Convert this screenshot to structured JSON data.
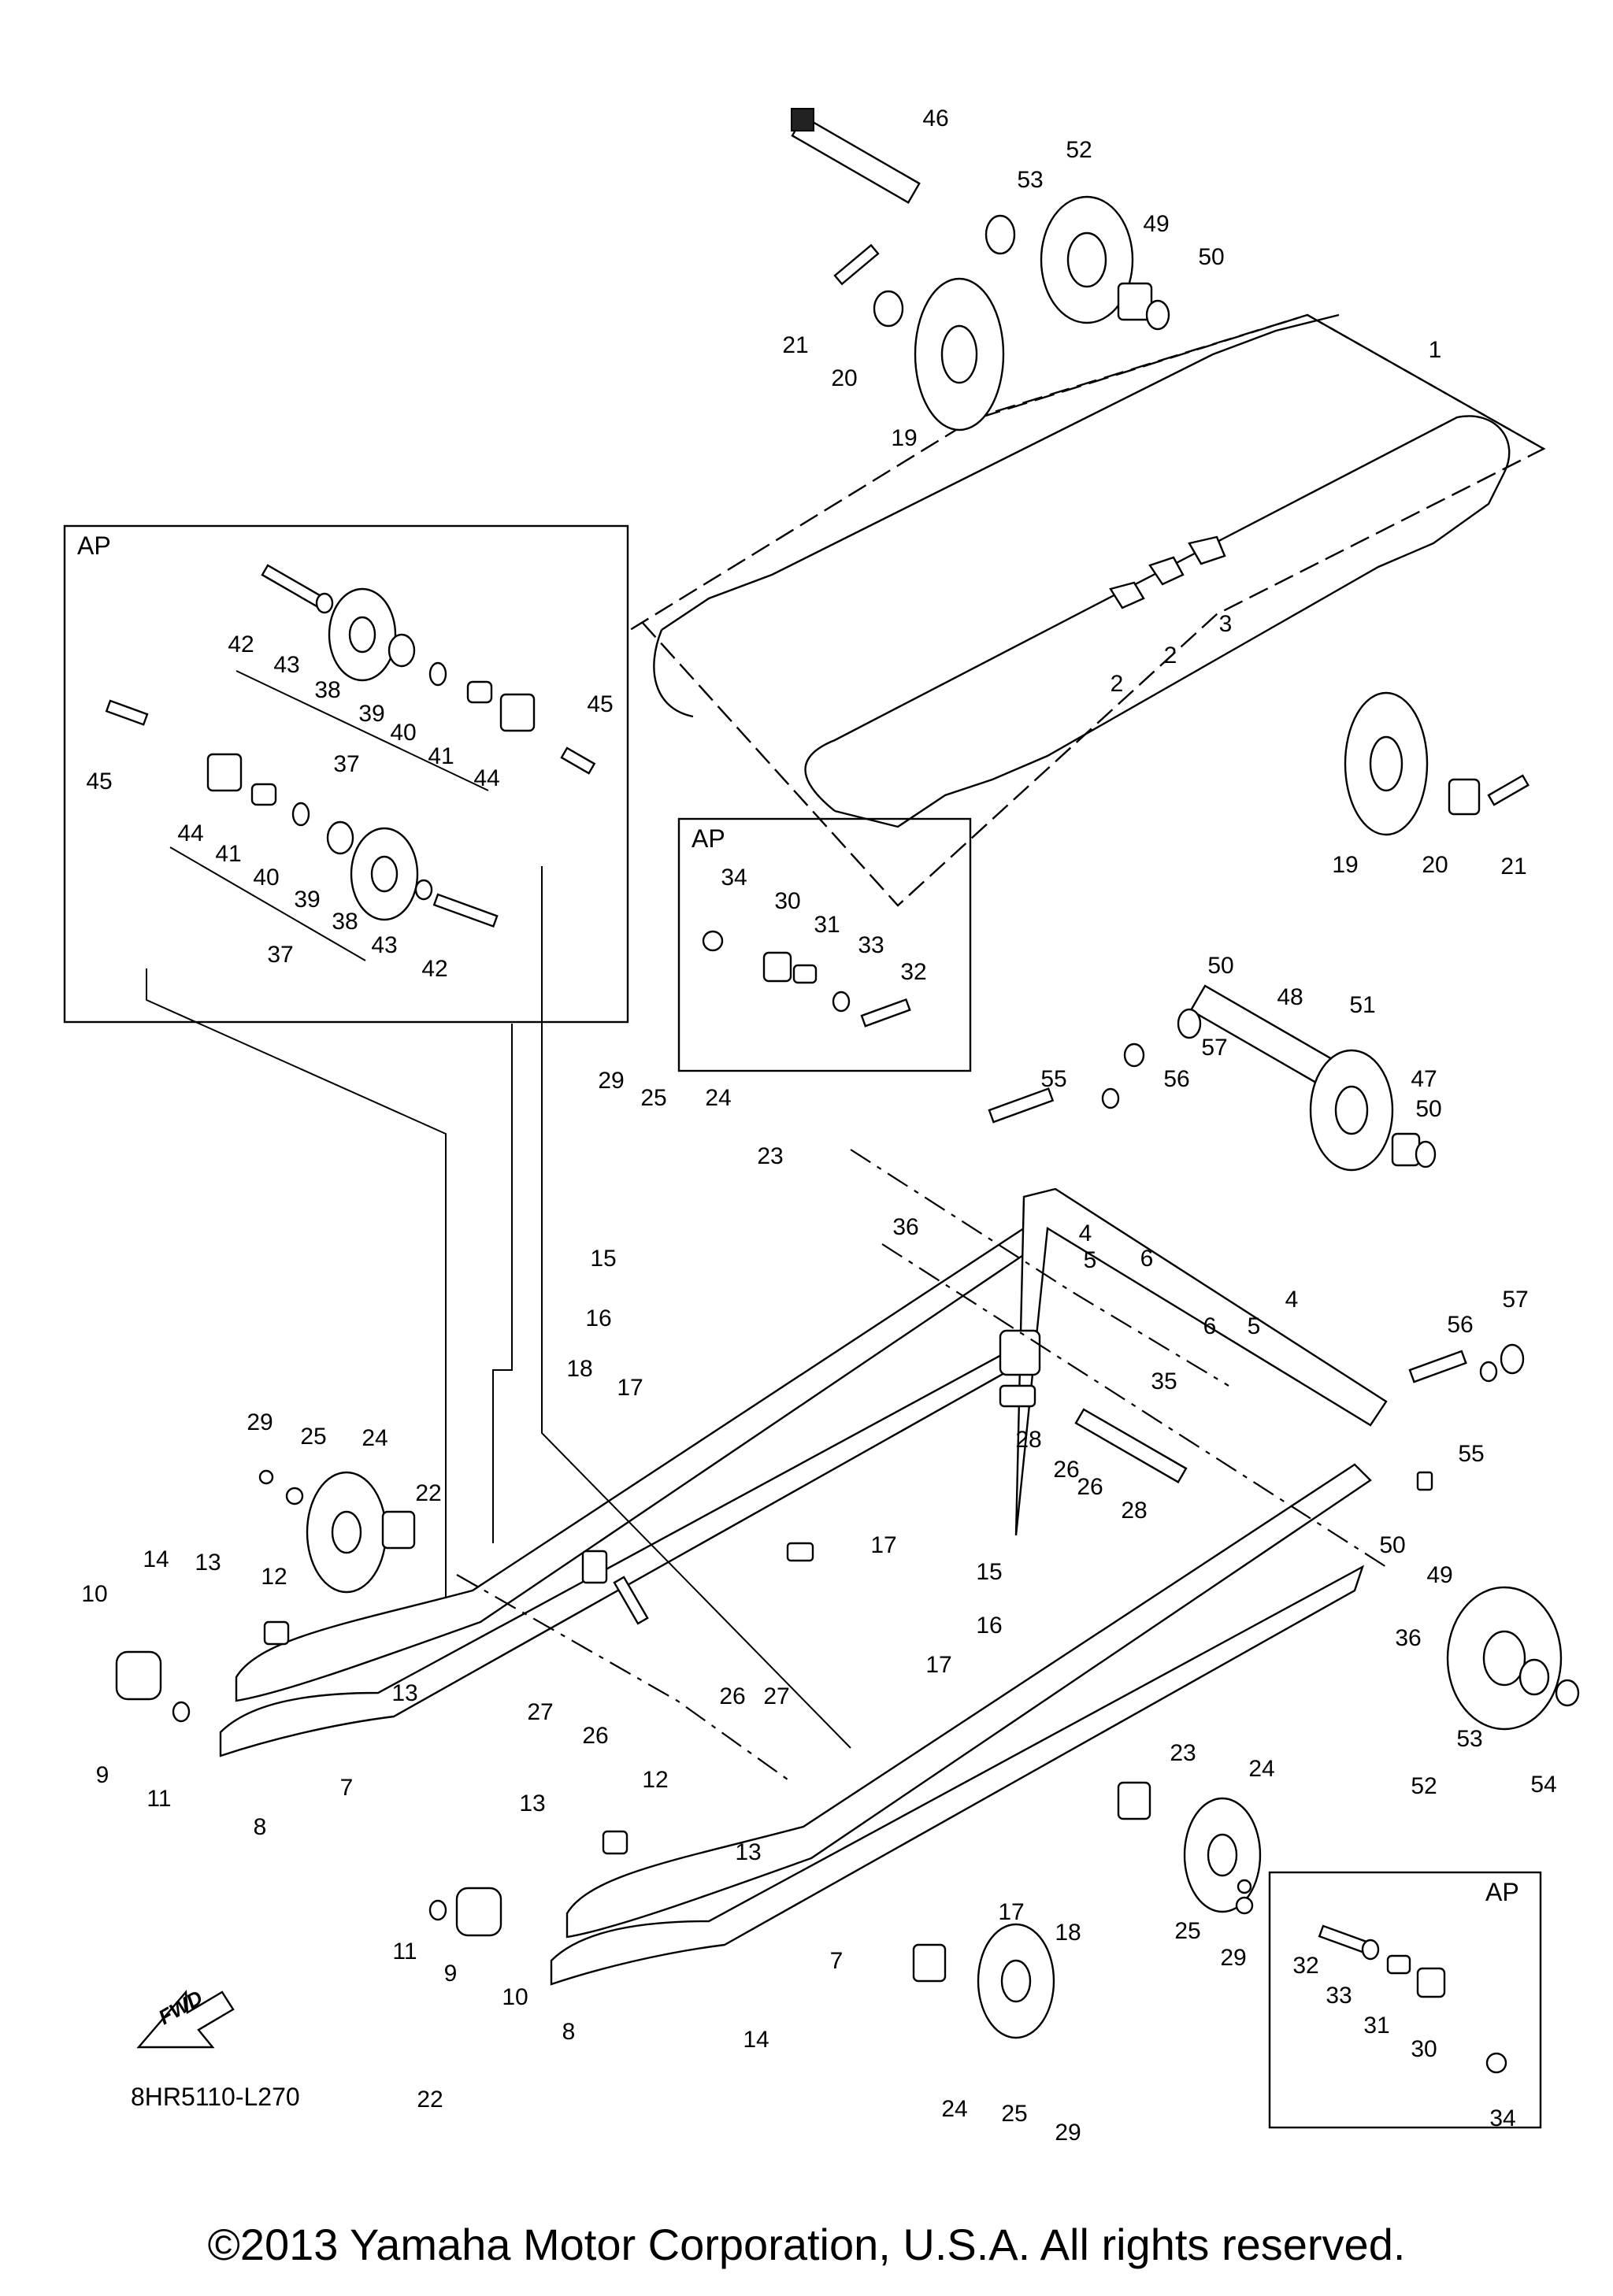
{
  "diagram": {
    "drawing_code": "8HR5110-L270",
    "fwd_label": "FWD",
    "assembly_box_label": "AP",
    "copyright": "©2013 Yamaha Motor Corporation, U.S.A. All rights reserved.",
    "callouts": [
      {
        "text": "46"
      },
      {
        "text": "52"
      },
      {
        "text": "53"
      },
      {
        "text": "49"
      },
      {
        "text": "50"
      },
      {
        "text": "21"
      },
      {
        "text": "20"
      },
      {
        "text": "19"
      },
      {
        "text": "1"
      },
      {
        "text": "3"
      },
      {
        "text": "2"
      },
      {
        "text": "2"
      },
      {
        "text": "19"
      },
      {
        "text": "20"
      },
      {
        "text": "21"
      },
      {
        "text": "42"
      },
      {
        "text": "43"
      },
      {
        "text": "38"
      },
      {
        "text": "39"
      },
      {
        "text": "40"
      },
      {
        "text": "41"
      },
      {
        "text": "44"
      },
      {
        "text": "45"
      },
      {
        "text": "37"
      },
      {
        "text": "45"
      },
      {
        "text": "44"
      },
      {
        "text": "41"
      },
      {
        "text": "40"
      },
      {
        "text": "39"
      },
      {
        "text": "38"
      },
      {
        "text": "43"
      },
      {
        "text": "42"
      },
      {
        "text": "37"
      },
      {
        "text": "34"
      },
      {
        "text": "30"
      },
      {
        "text": "31"
      },
      {
        "text": "33"
      },
      {
        "text": "32"
      },
      {
        "text": "50"
      },
      {
        "text": "48"
      },
      {
        "text": "51"
      },
      {
        "text": "57"
      },
      {
        "text": "55"
      },
      {
        "text": "56"
      },
      {
        "text": "47"
      },
      {
        "text": "50"
      },
      {
        "text": "29"
      },
      {
        "text": "25"
      },
      {
        "text": "24"
      },
      {
        "text": "23"
      },
      {
        "text": "4"
      },
      {
        "text": "5"
      },
      {
        "text": "6"
      },
      {
        "text": "36"
      },
      {
        "text": "15"
      },
      {
        "text": "4"
      },
      {
        "text": "6"
      },
      {
        "text": "5"
      },
      {
        "text": "16"
      },
      {
        "text": "57"
      },
      {
        "text": "56"
      },
      {
        "text": "18"
      },
      {
        "text": "17"
      },
      {
        "text": "35"
      },
      {
        "text": "55"
      },
      {
        "text": "29"
      },
      {
        "text": "25"
      },
      {
        "text": "24"
      },
      {
        "text": "28"
      },
      {
        "text": "26"
      },
      {
        "text": "22"
      },
      {
        "text": "26"
      },
      {
        "text": "28"
      },
      {
        "text": "17"
      },
      {
        "text": "50"
      },
      {
        "text": "14"
      },
      {
        "text": "13"
      },
      {
        "text": "12"
      },
      {
        "text": "15"
      },
      {
        "text": "49"
      },
      {
        "text": "10"
      },
      {
        "text": "16"
      },
      {
        "text": "36"
      },
      {
        "text": "17"
      },
      {
        "text": "13"
      },
      {
        "text": "27"
      },
      {
        "text": "26"
      },
      {
        "text": "26"
      },
      {
        "text": "27"
      },
      {
        "text": "9"
      },
      {
        "text": "11"
      },
      {
        "text": "8"
      },
      {
        "text": "7"
      },
      {
        "text": "53"
      },
      {
        "text": "54"
      },
      {
        "text": "52"
      },
      {
        "text": "12"
      },
      {
        "text": "23"
      },
      {
        "text": "24"
      },
      {
        "text": "13"
      },
      {
        "text": "13"
      },
      {
        "text": "17"
      },
      {
        "text": "18"
      },
      {
        "text": "25"
      },
      {
        "text": "29"
      },
      {
        "text": "11"
      },
      {
        "text": "9"
      },
      {
        "text": "10"
      },
      {
        "text": "7"
      },
      {
        "text": "8"
      },
      {
        "text": "14"
      },
      {
        "text": "22"
      },
      {
        "text": "24"
      },
      {
        "text": "25"
      },
      {
        "text": "29"
      },
      {
        "text": "32"
      },
      {
        "text": "33"
      },
      {
        "text": "31"
      },
      {
        "text": "30"
      },
      {
        "text": "34"
      }
    ]
  }
}
